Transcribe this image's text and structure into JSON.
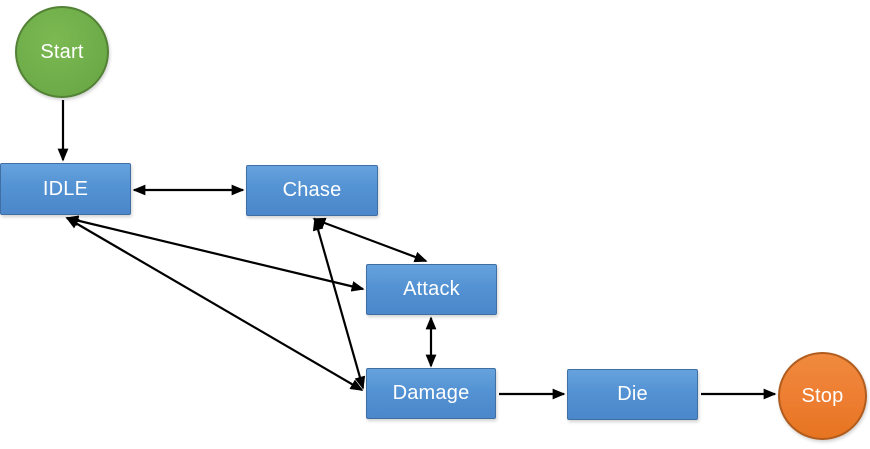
{
  "diagram": {
    "type": "state-machine-flowchart",
    "background_color": "#ffffff",
    "arrow_color": "#000000",
    "nodes": [
      {
        "id": "start",
        "label": "Start",
        "shape": "ellipse",
        "fill": "#70AD47",
        "border": "#538135",
        "text_color": "#ffffff"
      },
      {
        "id": "idle",
        "label": "IDLE",
        "shape": "rectangle",
        "fill": "#5B9BD5",
        "border": "#41719C",
        "text_color": "#ffffff"
      },
      {
        "id": "chase",
        "label": "Chase",
        "shape": "rectangle",
        "fill": "#5B9BD5",
        "border": "#41719C",
        "text_color": "#ffffff"
      },
      {
        "id": "attack",
        "label": "Attack",
        "shape": "rectangle",
        "fill": "#5B9BD5",
        "border": "#41719C",
        "text_color": "#ffffff"
      },
      {
        "id": "damage",
        "label": "Damage",
        "shape": "rectangle",
        "fill": "#5B9BD5",
        "border": "#41719C",
        "text_color": "#ffffff"
      },
      {
        "id": "die",
        "label": "Die",
        "shape": "rectangle",
        "fill": "#5B9BD5",
        "border": "#41719C",
        "text_color": "#ffffff"
      },
      {
        "id": "stop",
        "label": "Stop",
        "shape": "ellipse",
        "fill": "#ED7D31",
        "border": "#AE5A21",
        "text_color": "#ffffff"
      }
    ],
    "edges": [
      {
        "from": "Start",
        "to": "IDLE",
        "bidirectional": false
      },
      {
        "from": "IDLE",
        "to": "Chase",
        "bidirectional": true
      },
      {
        "from": "Chase",
        "to": "Attack",
        "bidirectional": true
      },
      {
        "from": "IDLE",
        "to": "Attack",
        "bidirectional": true
      },
      {
        "from": "Chase",
        "to": "Damage",
        "bidirectional": true
      },
      {
        "from": "IDLE",
        "to": "Damage",
        "bidirectional": true
      },
      {
        "from": "Attack",
        "to": "Damage",
        "bidirectional": true
      },
      {
        "from": "Damage",
        "to": "Die",
        "bidirectional": false
      },
      {
        "from": "Die",
        "to": "Stop",
        "bidirectional": false
      }
    ]
  }
}
